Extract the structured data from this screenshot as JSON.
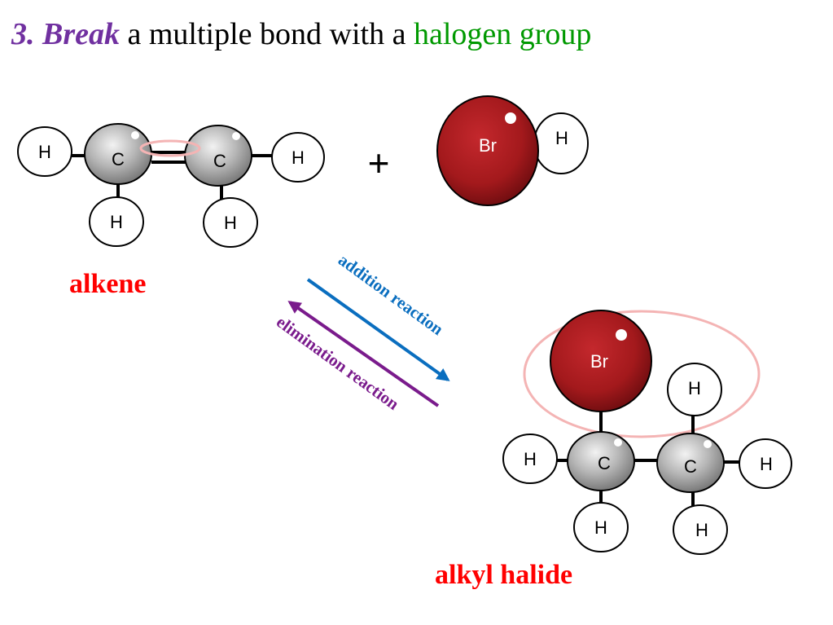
{
  "title": {
    "number": "3.",
    "emphasis": "Break",
    "middle": "a multiple bond with a",
    "highlight": "halogen group"
  },
  "colors": {
    "title_emphasis": "#7030a0",
    "title_highlight": "#009900",
    "caption": "#ff0000",
    "carbon": "#b8b8b8",
    "bromine": "#a3191c",
    "hydrogen": "#ffffff",
    "addition_arrow": "#0a6ebf",
    "elimination_arrow": "#7a1b8c",
    "highlight_ring": "#f4b4b4"
  },
  "symbols": {
    "plus": "+"
  },
  "alkene": {
    "caption": "alkene",
    "atoms": {
      "h_left": "H",
      "c_left": "C",
      "c_right": "C",
      "h_right": "H",
      "h_bottom_left": "H",
      "h_bottom_right": "H"
    }
  },
  "hbr": {
    "atoms": {
      "br": "Br",
      "h": "H"
    }
  },
  "reactions": {
    "forward": "addition reaction",
    "reverse": "elimination reaction"
  },
  "alkyl_halide": {
    "caption": "alkyl halide",
    "atoms": {
      "br": "Br",
      "h_top_right": "H",
      "h_left": "H",
      "c_left": "C",
      "c_right": "C",
      "h_right": "H",
      "h_bottom_left": "H",
      "h_bottom_right": "H"
    }
  }
}
